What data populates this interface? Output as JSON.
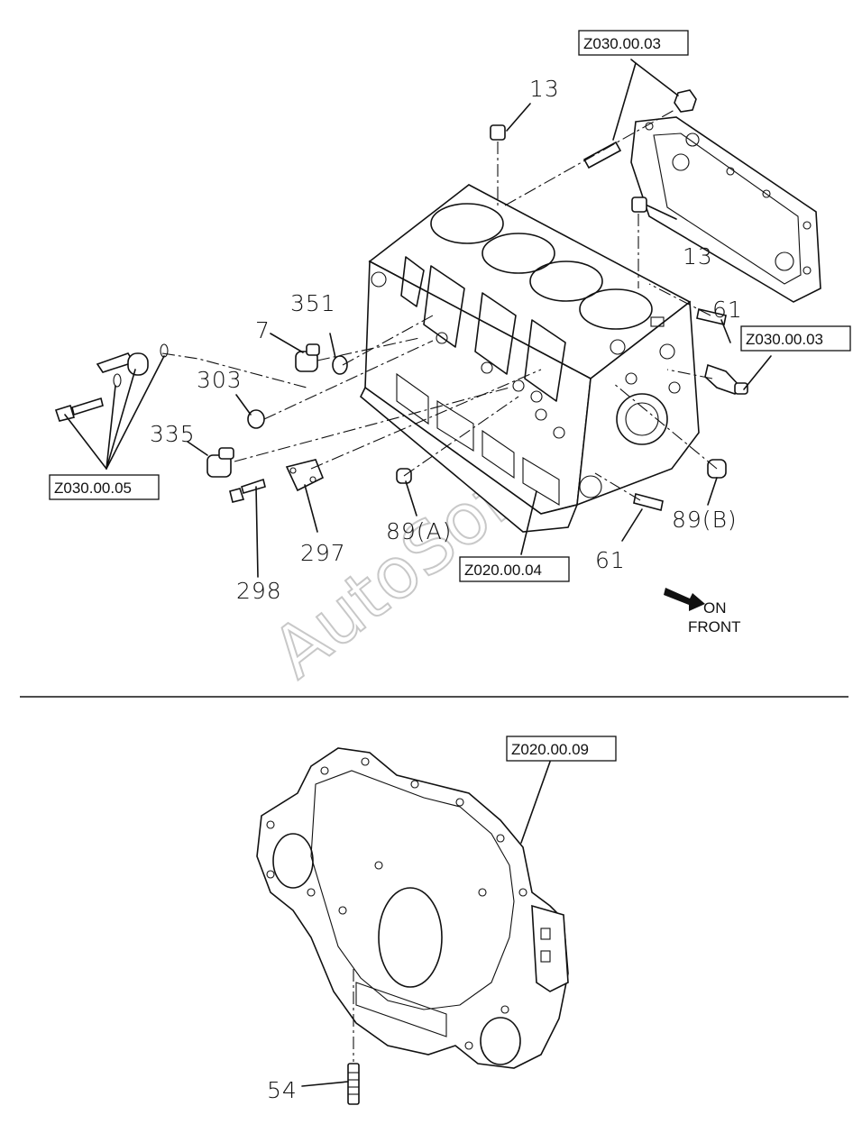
{
  "watermark": "AutoSoft",
  "front_indicator": {
    "line1": "ON",
    "line2": "FRONT"
  },
  "upper_section": {
    "refs": {
      "z03_top": "Z030.00.03",
      "z03_right": "Z030.00.03",
      "z05": "Z030.00.05",
      "z04": "Z020.00.04"
    },
    "labels": {
      "p13_top": "13",
      "p13_mid": "13",
      "p351": "351",
      "p7": "7",
      "p303": "303",
      "p335": "335",
      "p297": "297",
      "p298": "298",
      "p61_top": "61",
      "p61_bottom": "61",
      "p89a": "89(A)",
      "p89b": "89(B)"
    }
  },
  "lower_section": {
    "refs": {
      "z09": "Z020.00.09"
    },
    "labels": {
      "p54": "54"
    }
  }
}
